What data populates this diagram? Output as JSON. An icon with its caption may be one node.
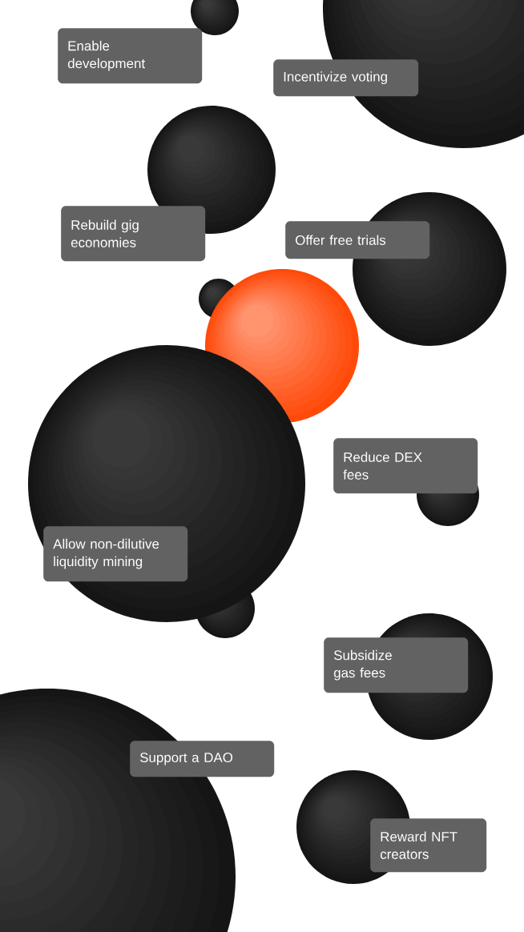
{
  "diagram": {
    "nodes": [
      {
        "text": [
          "Enable development"
        ]
      },
      {
        "text": [
          "Incentivize voting"
        ]
      },
      {
        "text": [
          "Rebuild gig economies"
        ]
      },
      {
        "text": [
          "Offer free trials"
        ]
      },
      {
        "text": [
          "Reduce DEX fees"
        ]
      },
      {
        "text": [
          "Allow non-dilutive liquidity mining"
        ]
      },
      {
        "text": [
          "Subsidize gas fees"
        ]
      },
      {
        "text": [
          "Support a DAO"
        ]
      },
      {
        "text": [
          "Reward NFT creators"
        ]
      }
    ]
  }
}
